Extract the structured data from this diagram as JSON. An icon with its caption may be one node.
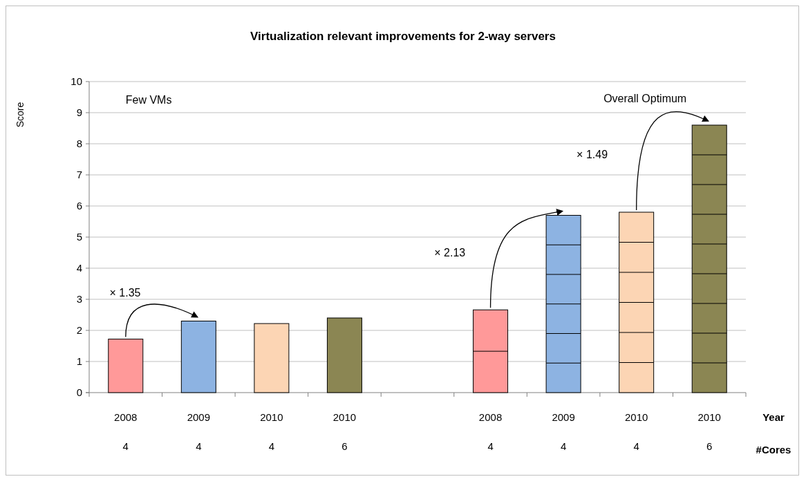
{
  "diagram": {
    "labels": [
      "Year",
      "#Cores"
    ],
    "chart_data": {
      "type": "bar",
      "title": "Virtualization relevant improvements for 2-way servers",
      "ylabel": "Score",
      "stacked": true,
      "categories": [
        "2008 4",
        "2009 4",
        "2010 4",
        "2010 6",
        null,
        "2008 4",
        "2009 4",
        "2010 4",
        "2010 6"
      ],
      "series": [
        {
          "color": "#ff9999",
          "values": [
            1.72,
            null,
            null,
            null,
            null,
            2.66,
            null,
            null,
            null
          ]
        },
        {
          "color": "#8db3e2",
          "values": [
            null,
            2.3,
            null,
            null,
            null,
            null,
            5.7,
            null,
            null
          ]
        },
        {
          "color": "#fcd5b4",
          "values": [
            null,
            null,
            2.22,
            null,
            null,
            null,
            null,
            5.8,
            null
          ]
        },
        {
          "color": "#8b8653",
          "values": [
            null,
            null,
            null,
            2.4,
            null,
            null,
            null,
            null,
            8.6
          ]
        }
      ],
      "grid": true,
      "ylim": [
        0,
        10
      ],
      "yticks": [
        0,
        1,
        2,
        3,
        4,
        5,
        6,
        7,
        8,
        9,
        10
      ],
      "annotations": [
        "Few VMs",
        "Overall Optimum",
        "× 1.35",
        "× 2.13",
        "× 1.49"
      ]
    }
  }
}
